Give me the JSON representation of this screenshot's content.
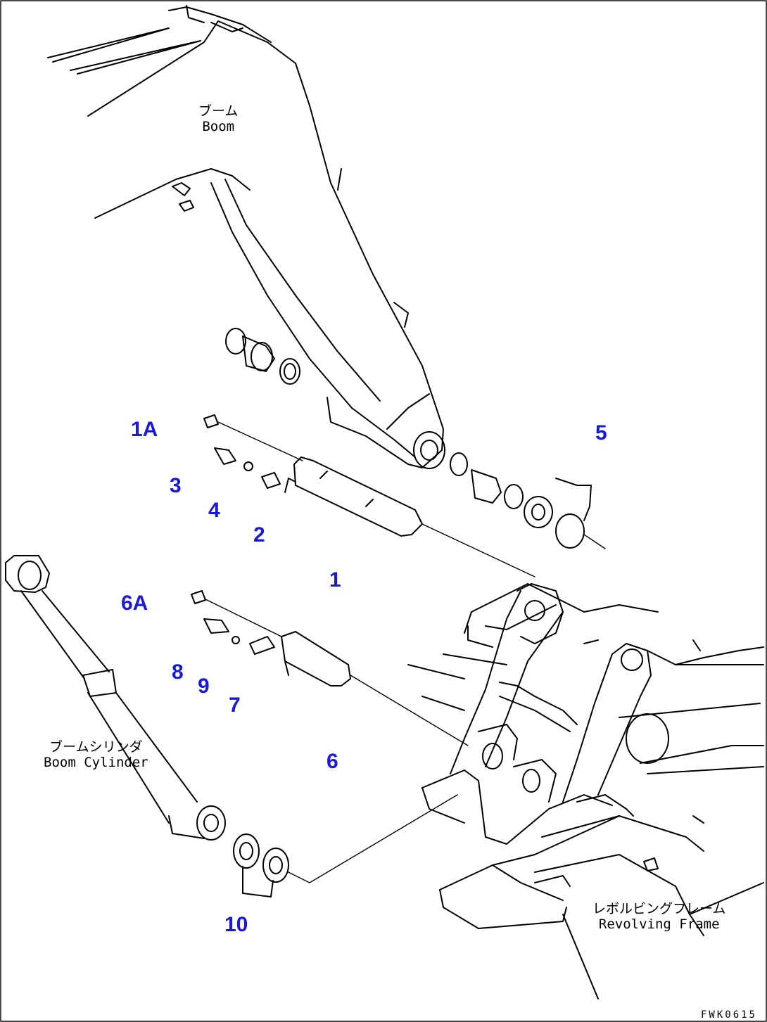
{
  "labels": {
    "boom_jp": "ブーム",
    "boom_en": "Boom",
    "cyl_jp": "ブームシリンダ",
    "cyl_en": "Boom Cylinder",
    "frame_jp": "レボルビングフレーム",
    "frame_en": "Revolving Frame"
  },
  "callouts": {
    "c1A": "1A",
    "c3": "3",
    "c4": "4",
    "c2": "2",
    "c1": "1",
    "c5": "5",
    "c6A": "6A",
    "c8": "8",
    "c9": "9",
    "c7": "7",
    "c6": "6",
    "c10": "10"
  },
  "callout_color": "#1a1ad8",
  "figure_code": "FWK0615"
}
